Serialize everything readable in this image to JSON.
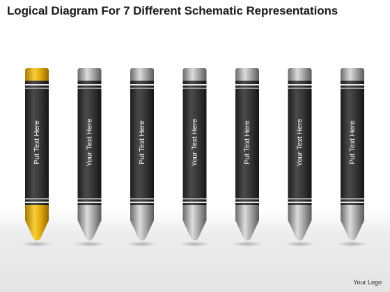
{
  "title": "Logical Diagram For 7 Different Schematic Representations",
  "logo_text": "Your Logo",
  "colors": {
    "body": "#3b3b3b",
    "tip_gold": "#e0aa10",
    "tip_silver": "#a9a9a9"
  },
  "crayons": [
    {
      "label": "Put Text Here",
      "tip_color": "gold"
    },
    {
      "label": "Your Text Here",
      "tip_color": "silver"
    },
    {
      "label": "Put Text Here",
      "tip_color": "silver"
    },
    {
      "label": "Your Text Here",
      "tip_color": "silver"
    },
    {
      "label": "Put Text Here",
      "tip_color": "silver"
    },
    {
      "label": "Your Text Here",
      "tip_color": "silver"
    },
    {
      "label": "Put Text Here",
      "tip_color": "silver"
    }
  ]
}
